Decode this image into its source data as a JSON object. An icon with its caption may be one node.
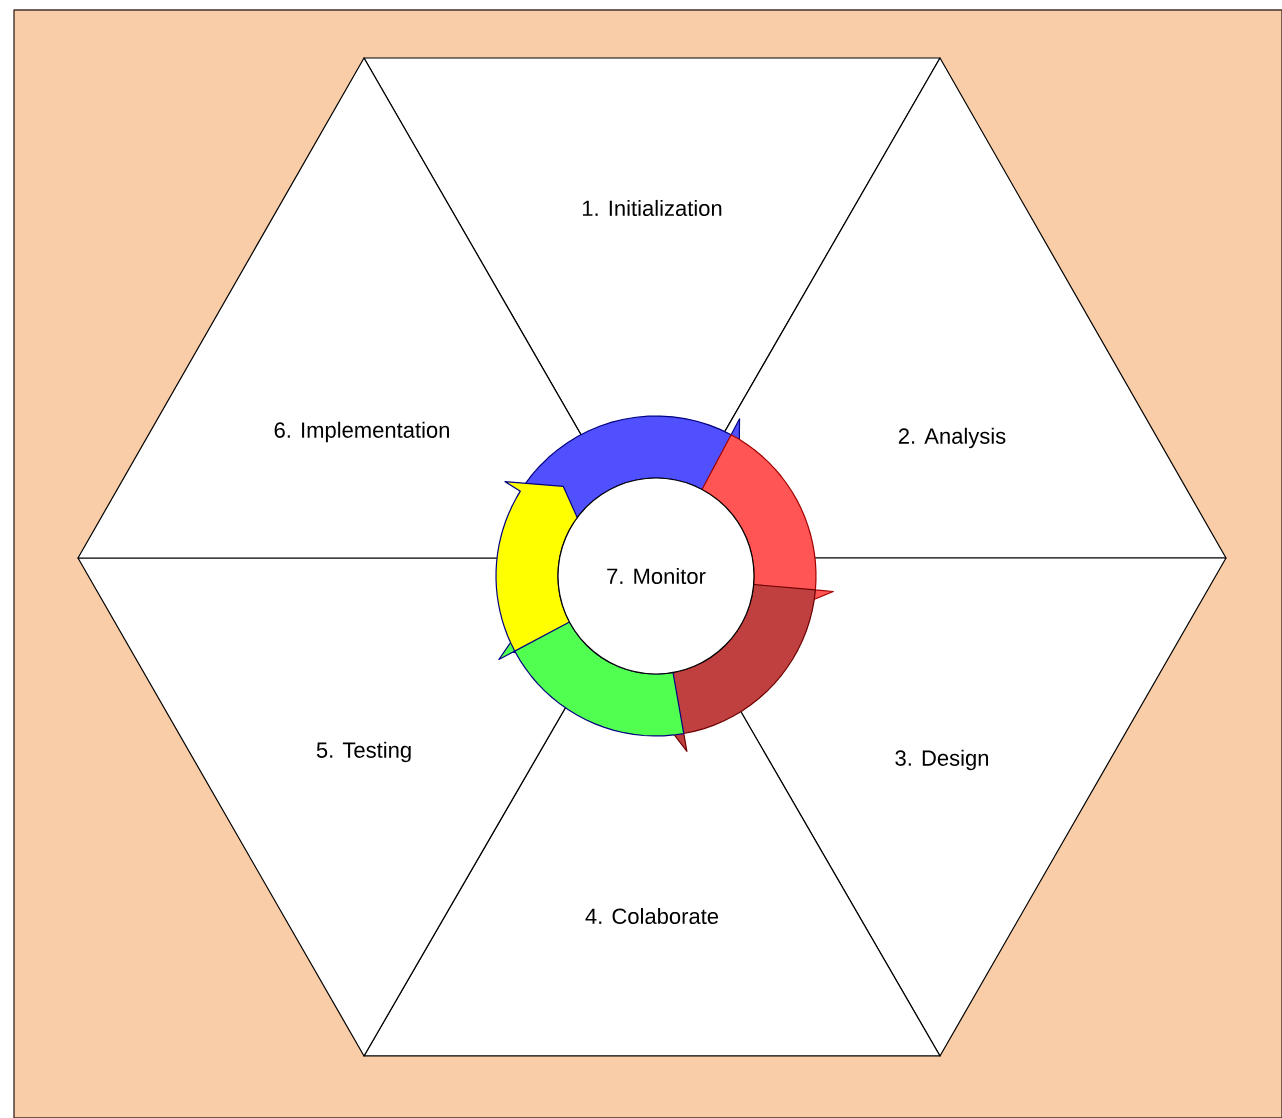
{
  "diagram": {
    "nodes": [
      {
        "text": [
          "1. Initialization"
        ]
      },
      {
        "text": [
          "2. Analysis"
        ]
      },
      {
        "text": [
          "3. Design"
        ]
      },
      {
        "text": [
          "4. Colaborate"
        ]
      },
      {
        "text": [
          "5. Testing"
        ]
      },
      {
        "text": [
          "6. Implementation"
        ]
      },
      {
        "text": [
          "7. Monitor"
        ]
      }
    ]
  }
}
